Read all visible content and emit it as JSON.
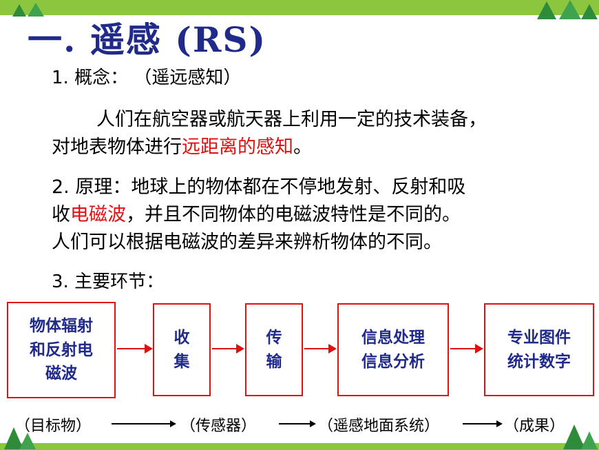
{
  "title": "一. 遥感 (RS)",
  "concept": {
    "heading": "1. 概念：   （遥远感知）",
    "line1": "人们在航空器或航天器上利用一定的技术装备，",
    "line2_pre": "对地表物体进行",
    "line2_red": "远距离的感知",
    "line2_post": "。"
  },
  "principle": {
    "line1": "2. 原理：地球上的物体都在不停地发射、反射和吸",
    "line2_pre": "收",
    "line2_red": "电磁波",
    "line2_post": "，并且不同物体的电磁波特性是不同的。",
    "line3": "人们可以根据电磁波的差异来辨析物体的不同。"
  },
  "steps_heading": "3. 主要环节：",
  "boxes": [
    {
      "line1": "物体辐射",
      "line2": "和反射电",
      "line3": "磁波"
    },
    {
      "line1": "收",
      "line2": "集"
    },
    {
      "line1": "传",
      "line2": "输"
    },
    {
      "line1": "信息处理",
      "line2": "信息分析"
    },
    {
      "line1": "专业图件",
      "line2": "统计数字"
    }
  ],
  "bottom_labels": [
    "（目标物）",
    "（传感器）",
    "（遥感地面系统）",
    "（成果）"
  ],
  "colors": {
    "accent_red": "#e01010",
    "title_blue": "#1f2a8a",
    "band_green": "#8cc63f"
  }
}
